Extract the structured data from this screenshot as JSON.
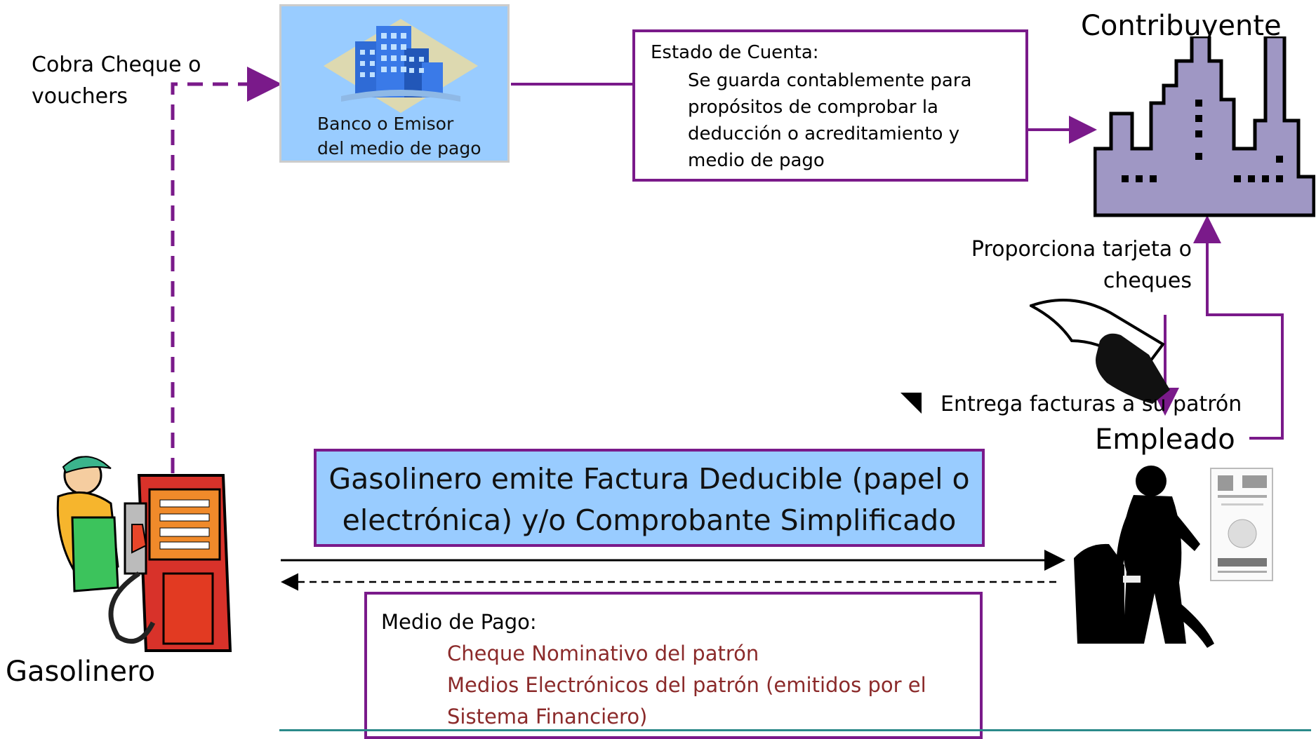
{
  "bank": {
    "label_line1": "Banco o Emisor",
    "label_line2": "del medio de pago"
  },
  "cobra_label_line1": "Cobra Cheque o",
  "cobra_label_line2": "vouchers",
  "estado_cuenta": {
    "heading": "Estado de Cuenta:",
    "lines": [
      "Se guarda contablemente para",
      "propósitos de comprobar la",
      "deducción o acreditamiento y",
      "medio de pago"
    ]
  },
  "contribuyente_label": "Contribuyente",
  "proporciona_line1": "Proporciona tarjeta o",
  "proporciona_line2": "cheques",
  "entrega_label": "Entrega facturas a su patrón",
  "empleado_label": "Empleado",
  "gasolinero_label": "Gasolinero",
  "factura": {
    "line1": "Gasolinero emite Factura Deducible (papel o",
    "line2": "electrónica) y/o Comprobante Simplificado"
  },
  "medio_pago": {
    "heading": "Medio de Pago:",
    "items": [
      "Cheque Nominativo del patrón",
      "Medios Electrónicos del patrón (emitidos por el",
      "Sistema Financiero)"
    ]
  },
  "colors": {
    "connector": "#7a1a8a",
    "box_fill": "#99ccff",
    "building": "#9f97c4",
    "medio_text": "#8b2a2a"
  }
}
